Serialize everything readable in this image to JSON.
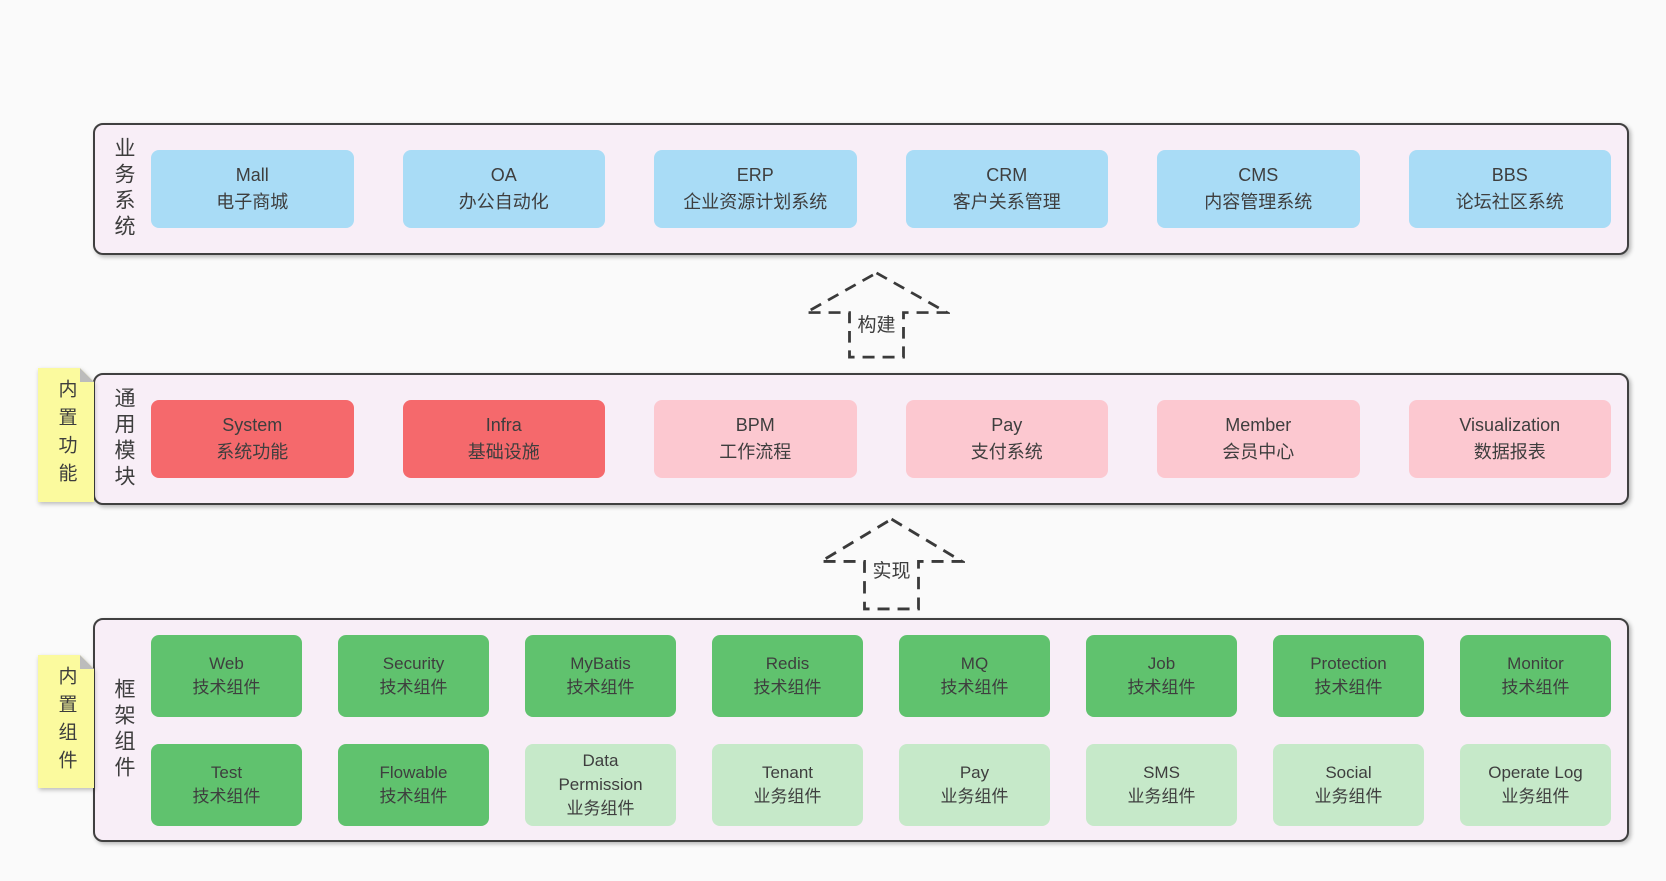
{
  "colors": {
    "page_bg": "#fafafa",
    "panel_bg": "#f8eef7",
    "panel_border": "#404040",
    "blue": "#a9dcf6",
    "red": "#f5696c",
    "pink": "#fcc8d0",
    "green": "#60c26e",
    "lightgreen": "#c6e9c9",
    "yellow": "#fbfa9e",
    "fold": "#bcbcbc",
    "text": "#3e3e3e",
    "arrow": "#3a3a3a"
  },
  "sections": [
    {
      "label": "业务系统",
      "boxes": [
        {
          "title": "Mall",
          "subtitle": "电子商城",
          "variant": "blue"
        },
        {
          "title": "OA",
          "subtitle": "办公自动化",
          "variant": "blue"
        },
        {
          "title": "ERP",
          "subtitle": "企业资源计划系统",
          "variant": "blue"
        },
        {
          "title": "CRM",
          "subtitle": "客户关系管理",
          "variant": "blue"
        },
        {
          "title": "CMS",
          "subtitle": "内容管理系统",
          "variant": "blue"
        },
        {
          "title": "BBS",
          "subtitle": "论坛社区系统",
          "variant": "blue"
        }
      ]
    },
    {
      "label": "通用模块",
      "note": "内置功能",
      "boxes": [
        {
          "title": "System",
          "subtitle": "系统功能",
          "variant": "red"
        },
        {
          "title": "Infra",
          "subtitle": "基础设施",
          "variant": "red"
        },
        {
          "title": "BPM",
          "subtitle": "工作流程",
          "variant": "pink"
        },
        {
          "title": "Pay",
          "subtitle": "支付系统",
          "variant": "pink"
        },
        {
          "title": "Member",
          "subtitle": "会员中心",
          "variant": "pink"
        },
        {
          "title": "Visualization",
          "subtitle": "数据报表",
          "variant": "pink"
        }
      ]
    },
    {
      "label": "框架组件",
      "note": "内置组件",
      "rows": [
        [
          {
            "title": "Web",
            "subtitle": "技术组件",
            "variant": "green"
          },
          {
            "title": "Security",
            "subtitle": "技术组件",
            "variant": "green"
          },
          {
            "title": "MyBatis",
            "subtitle": "技术组件",
            "variant": "green"
          },
          {
            "title": "Redis",
            "subtitle": "技术组件",
            "variant": "green"
          },
          {
            "title": "MQ",
            "subtitle": "技术组件",
            "variant": "green"
          },
          {
            "title": "Job",
            "subtitle": "技术组件",
            "variant": "green"
          },
          {
            "title": "Protection",
            "subtitle": "技术组件",
            "variant": "green"
          },
          {
            "title": "Monitor",
            "subtitle": "技术组件",
            "variant": "green"
          }
        ],
        [
          {
            "title": "Test",
            "subtitle": "技术组件",
            "variant": "green"
          },
          {
            "title": "Flowable",
            "subtitle": "技术组件",
            "variant": "green"
          },
          {
            "title": "Data Permission",
            "subtitle": "业务组件",
            "variant": "lightgreen"
          },
          {
            "title": "Tenant",
            "subtitle": "业务组件",
            "variant": "lightgreen"
          },
          {
            "title": "Pay",
            "subtitle": "业务组件",
            "variant": "lightgreen"
          },
          {
            "title": "SMS",
            "subtitle": "业务组件",
            "variant": "lightgreen"
          },
          {
            "title": "Social",
            "subtitle": "业务组件",
            "variant": "lightgreen"
          },
          {
            "title": "Operate Log",
            "subtitle": "业务组件",
            "variant": "lightgreen"
          }
        ]
      ]
    }
  ],
  "arrows": [
    {
      "label": "构建"
    },
    {
      "label": "实现"
    }
  ]
}
